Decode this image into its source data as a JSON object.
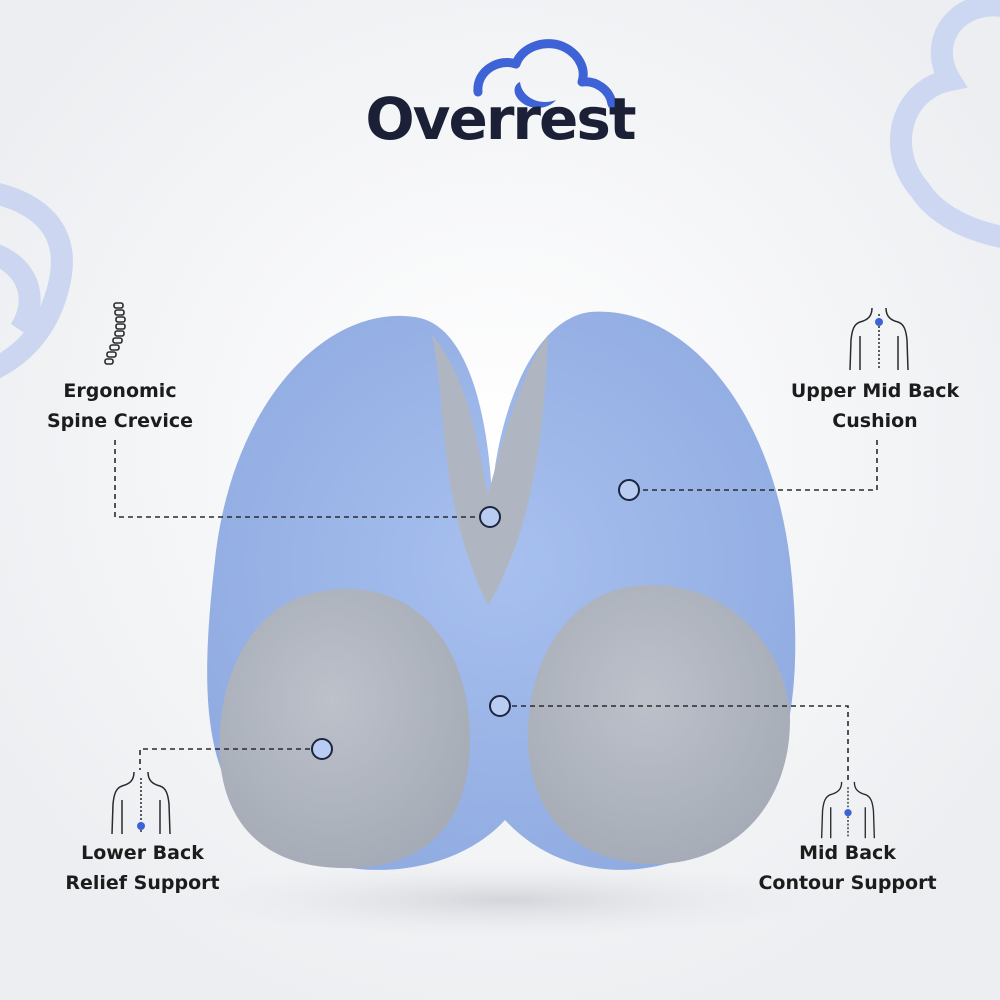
{
  "brand": {
    "name": "Overrest",
    "logo_icon": "cloud-moon-icon",
    "color": "#1c2036",
    "accent": "#3d63d6"
  },
  "features": [
    {
      "line1": "Ergonomic",
      "line2": "Spine Crevice",
      "icon": "spine-icon"
    },
    {
      "line1": "Upper Mid Back",
      "line2": "Cushion",
      "icon": "torso-upper-back-icon"
    },
    {
      "line1": "Lower Back",
      "line2": "Relief Support",
      "icon": "torso-lower-back-icon"
    },
    {
      "line1": "Mid Back",
      "line2": "Contour Support",
      "icon": "torso-mid-back-icon"
    }
  ],
  "colors": {
    "cushion_blue": "#9db7ea",
    "cushion_grey": "#b3b8c2",
    "cloud_decor": "#c9d4f1",
    "marker_fill": "#b9cdf3",
    "marker_stroke": "#1d2540"
  }
}
